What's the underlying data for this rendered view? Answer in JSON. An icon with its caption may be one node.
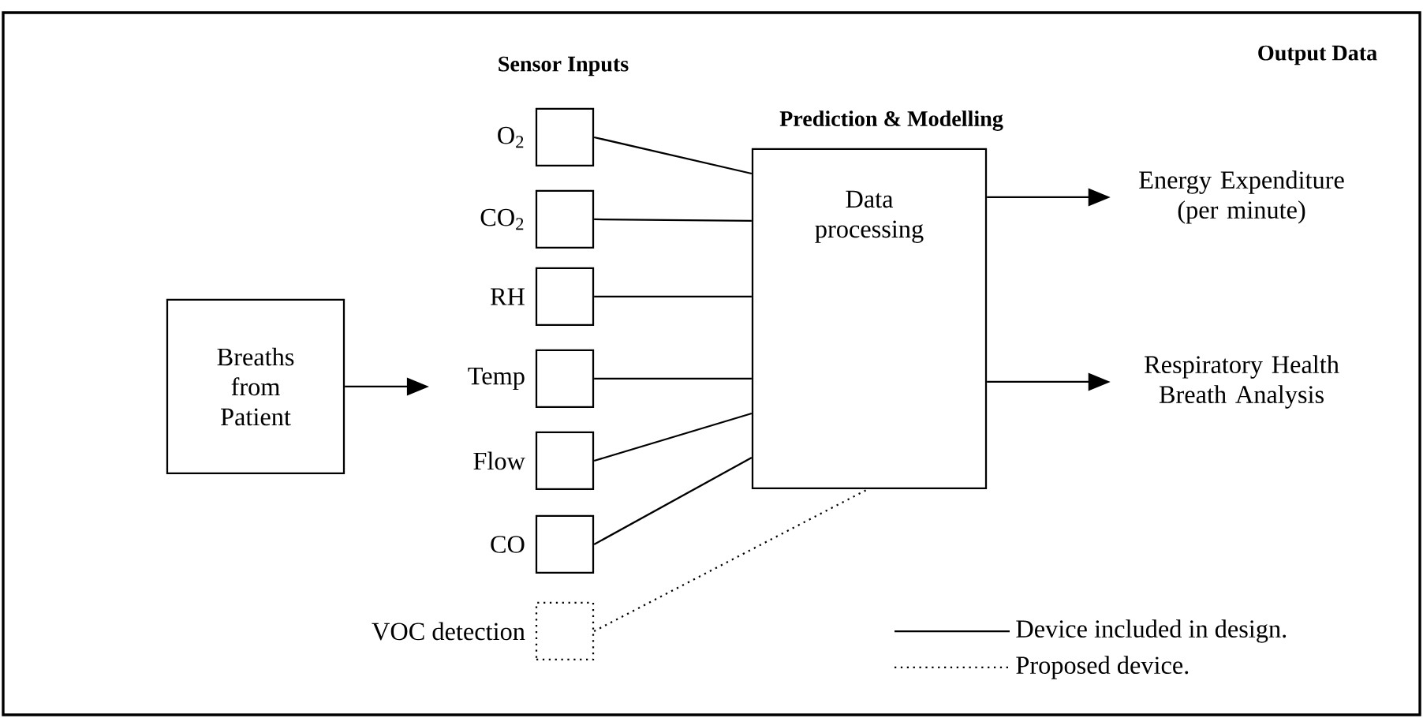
{
  "diagram": {
    "nodes": [
      {
        "text": [
          "Breaths from Patient"
        ]
      },
      {
        "text": [],
        "shape": "box",
        "beside": [
          "O$_{2}$"
        ]
      },
      {
        "text": [],
        "shape": "box",
        "beside": [
          "CO$_{2}$"
        ]
      },
      {
        "text": [],
        "shape": "box",
        "beside": [
          "RH"
        ]
      },
      {
        "text": [],
        "shape": "box",
        "beside": [
          "Temp"
        ]
      },
      {
        "text": [],
        "shape": "box",
        "beside": [
          "Flow"
        ]
      },
      {
        "text": [],
        "shape": "box",
        "beside": [
          "CO"
        ]
      },
      {
        "text": [],
        "shape": "box",
        "beside": [
          "VOC detection"
        ]
      },
      {
        "text": [
          "Prediction & Modelling",
          "Data processing"
        ]
      },
      {
        "text": [
          "Energy Expenditure (per minute)"
        ]
      },
      {
        "text": [
          "Respiratory Health Breath Analysis"
        ]
      }
    ],
    "edges": [
      {
        "from": 0,
        "to": null,
        "arrow": "to"
      },
      {
        "from": 1,
        "to": 8,
        "arrow": "none"
      },
      {
        "from": 2,
        "to": 8,
        "arrow": "none"
      },
      {
        "from": 3,
        "to": 8,
        "arrow": "none"
      },
      {
        "from": 4,
        "to": 8,
        "arrow": "none"
      },
      {
        "from": 5,
        "to": 8,
        "arrow": "none"
      },
      {
        "from": 6,
        "to": 8,
        "arrow": "none"
      },
      {
        "from": 7,
        "to": 8,
        "arrow": "none",
        "style": "dashed"
      },
      {
        "from": 8,
        "to": 9,
        "arrow": "to"
      },
      {
        "from": 8,
        "to": 10,
        "arrow": "to"
      }
    ],
    "labels": [
      "Sensor Inputs",
      "Output Data"
    ],
    "legend": [
      {
        "text": "Device included in design."
      },
      {
        "text": "Proposed device."
      }
    ]
  }
}
